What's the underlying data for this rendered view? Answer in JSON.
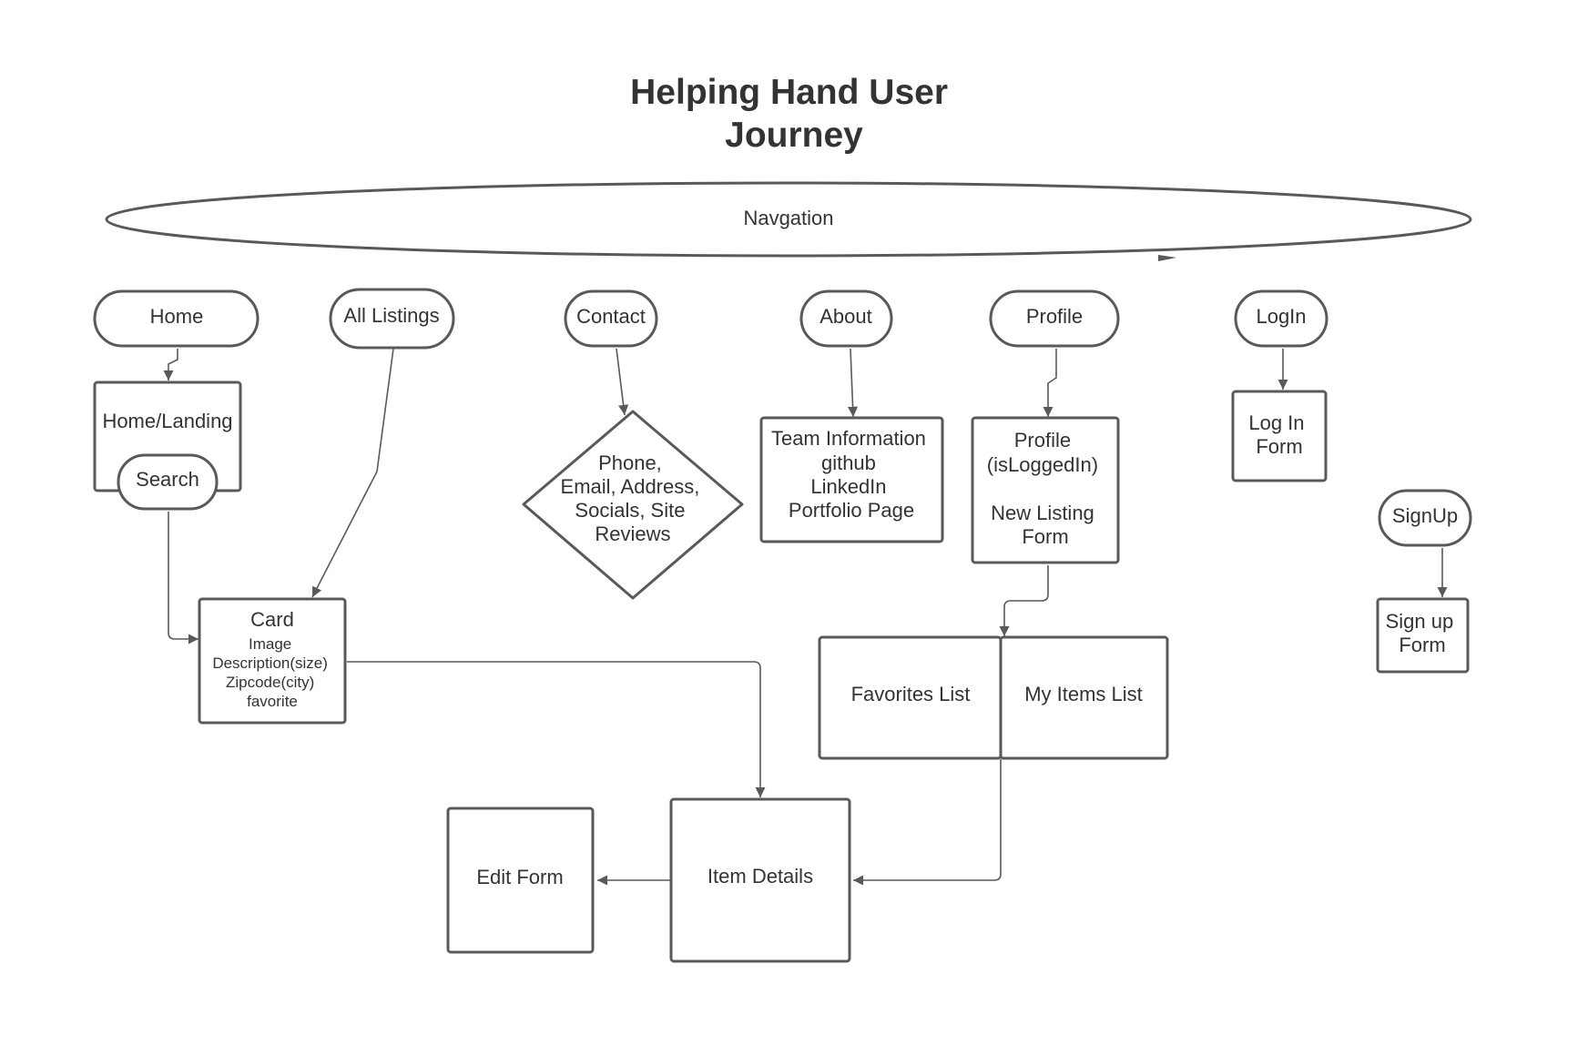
{
  "title": [
    "Helping Hand User",
    "Journey"
  ],
  "nodes": {
    "navigation": "Navgation",
    "home": "Home",
    "all_listings": "All Listings",
    "contact": "Contact",
    "about": "About",
    "profile": "Profile",
    "login": "LogIn",
    "signup": "SignUp",
    "home_landing": "Home/Landing",
    "search": "Search",
    "contact_info": [
      "Phone,",
      "Email, Address,",
      "Socials, Site",
      "Reviews"
    ],
    "team_info": [
      "Team Information",
      "github",
      "LinkedIn",
      "Portfolio Page"
    ],
    "profile_logged_in": [
      "Profile",
      "(isLoggedIn)",
      "",
      "New Listing",
      "Form"
    ],
    "login_form": [
      "Log In",
      "Form"
    ],
    "signup_form": [
      "Sign up",
      "Form"
    ],
    "card_title": "Card",
    "card_fields": [
      "Image",
      "Description(size)",
      "Zipcode(city)",
      "favorite"
    ],
    "favorites_list": "Favorites List",
    "my_items_list": "My Items List",
    "edit_form": "Edit Form",
    "item_details": "Item Details"
  },
  "colors": {
    "stroke": "#595959",
    "text": "#333333",
    "background": "#ffffff"
  }
}
